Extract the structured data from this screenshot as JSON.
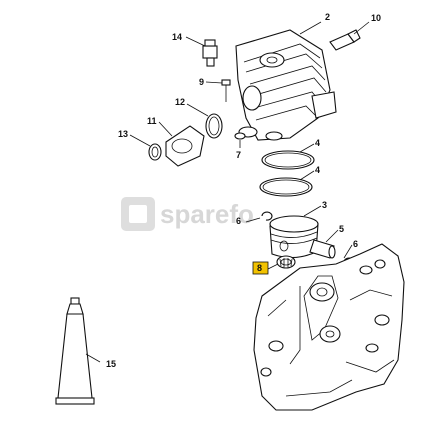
{
  "diagram": {
    "highlight_color": "#f2c200",
    "watermark": {
      "text": "sparefo"
    },
    "callouts": [
      {
        "id": "2",
        "label": "2"
      },
      {
        "id": "10",
        "label": "10"
      },
      {
        "id": "14",
        "label": "14"
      },
      {
        "id": "9",
        "label": "9"
      },
      {
        "id": "12",
        "label": "12"
      },
      {
        "id": "11",
        "label": "11"
      },
      {
        "id": "13",
        "label": "13"
      },
      {
        "id": "7",
        "label": "7"
      },
      {
        "id": "4a",
        "label": "4"
      },
      {
        "id": "4b",
        "label": "4"
      },
      {
        "id": "3",
        "label": "3"
      },
      {
        "id": "6a",
        "label": "6"
      },
      {
        "id": "5",
        "label": "5"
      },
      {
        "id": "6b",
        "label": "6"
      },
      {
        "id": "8",
        "label": "8",
        "highlighted": true
      },
      {
        "id": "15",
        "label": "15"
      }
    ]
  }
}
